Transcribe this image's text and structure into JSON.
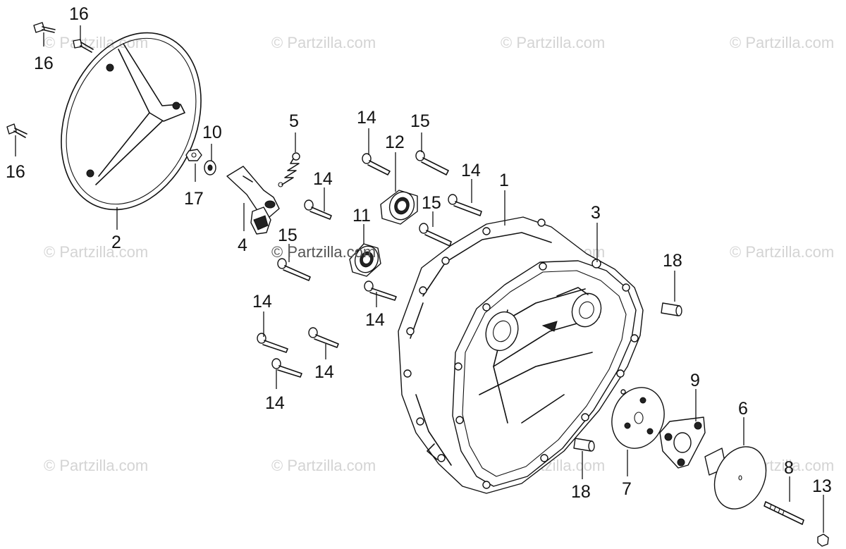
{
  "watermark": "© Partzilla.com",
  "callouts": {
    "c1": "1",
    "c2": "2",
    "c3": "3",
    "c4": "4",
    "c5": "5",
    "c6": "6",
    "c7": "7",
    "c8": "8",
    "c9": "9",
    "c10": "10",
    "c11": "11",
    "c12": "12",
    "c13": "13",
    "c14a": "14",
    "c14b": "14",
    "c14c": "14",
    "c14d": "14",
    "c14e": "14",
    "c14f": "14",
    "c14g": "14",
    "c15a": "15",
    "c15b": "15",
    "c15c": "15",
    "c16a": "16",
    "c16b": "16",
    "c16c": "16",
    "c17": "17",
    "c18a": "18",
    "c18b": "18"
  }
}
